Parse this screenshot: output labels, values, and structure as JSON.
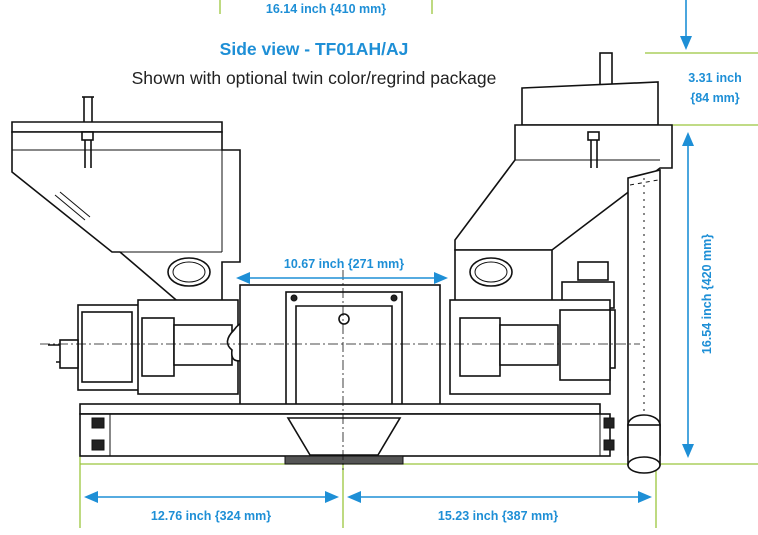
{
  "title": "Side view - TF01AH/AJ",
  "subtitle": "Shown with optional twin color/regrind package",
  "dimensions": {
    "top_width": "16.14 inch {410 mm}",
    "height_add_line1": "3.31 inch",
    "height_add_line2": "{84 mm}",
    "center_width": "10.67 inch {271 mm}",
    "height": "16.54 inch {420 mm}",
    "left_base": "12.76 inch {324 mm}",
    "right_base": "15.23 inch {387 mm}"
  },
  "colors": {
    "dimension": "#1e8fd6",
    "extension_line": "#9bc53d",
    "outline": "#111111"
  }
}
